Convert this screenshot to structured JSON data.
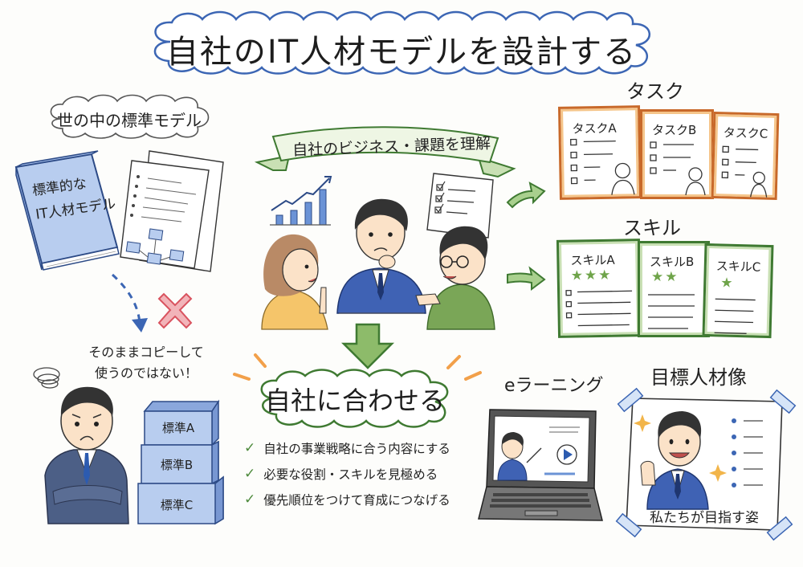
{
  "title": "自社のIT人材モデルを設計する",
  "left": {
    "cloud_label": "世の中の標準モデル",
    "book_lines": [
      "標準的な",
      "IT人材モデル"
    ],
    "warning_lines": [
      "そのままコピーして",
      "使うのではない！"
    ],
    "boxes": [
      "標準A",
      "標準B",
      "標準C"
    ]
  },
  "center": {
    "banner": "自社のビジネス・課題を理解",
    "main_cloud": "自社に合わせる",
    "checklist": [
      "自社の事業戦略に合う内容にする",
      "必要な役割・スキルを見極める",
      "優先順位をつけて育成につなげる"
    ]
  },
  "tasks": {
    "heading": "タスク",
    "cards": [
      "タスクA",
      "タスクB",
      "タスクC"
    ]
  },
  "skills": {
    "heading": "スキル",
    "cards": [
      {
        "label": "スキルA",
        "stars": 3
      },
      {
        "label": "スキルB",
        "stars": 2
      },
      {
        "label": "スキルC",
        "stars": 1
      }
    ]
  },
  "elearning": {
    "heading": "eラーニング"
  },
  "target": {
    "heading": "目標人材像",
    "caption": "私たちが目指す姿"
  },
  "colors": {
    "blue": "#3c66b4",
    "green": "#3f7a32",
    "light_green": "#a9d08e",
    "orange": "#c8692a",
    "red": "#d9535f",
    "accent_orange": "#f2a04a"
  }
}
